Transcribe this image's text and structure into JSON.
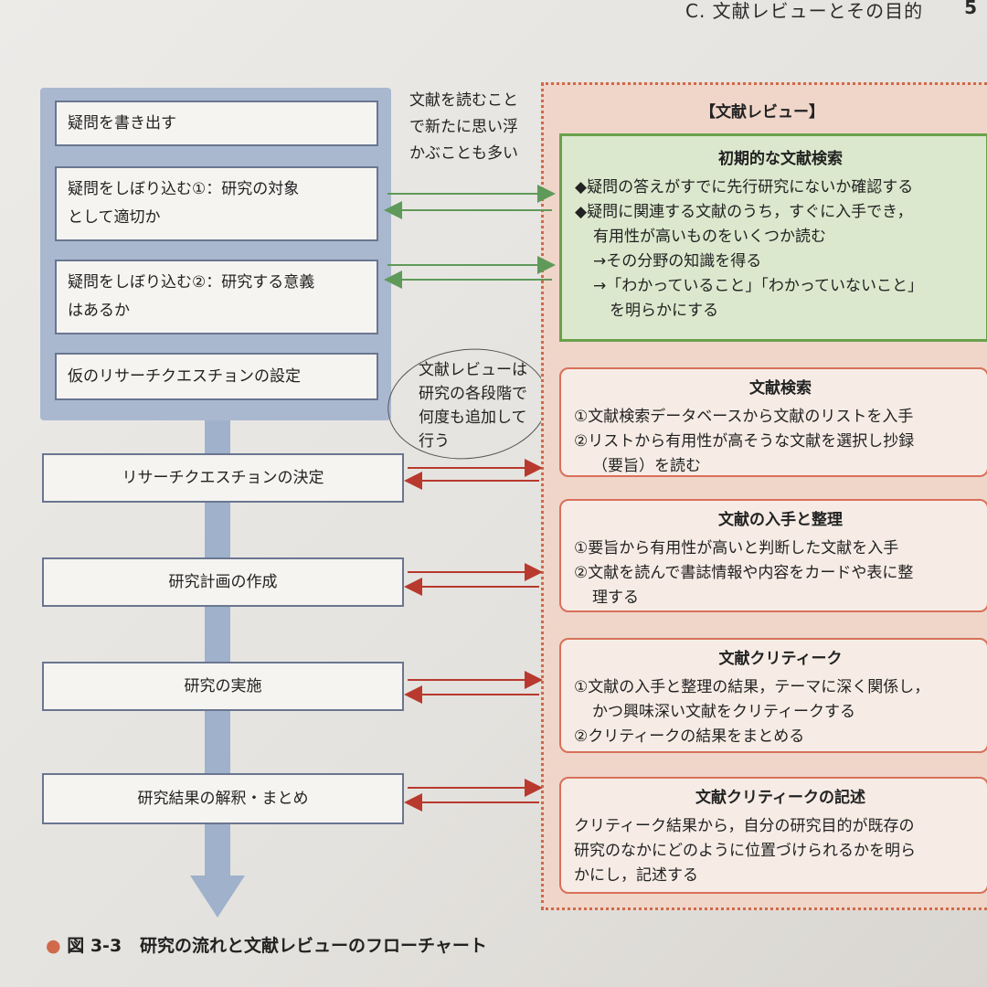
{
  "header": {
    "section_title": "C. 文献レビューとその目的",
    "page_number": "5"
  },
  "research_flow": {
    "preliminary": [
      "疑問を書き出す",
      "疑問をしぼり込む①：研究の対象\nとして適切か",
      "疑問をしぼり込む②：研究する意義\nはあるか",
      "仮のリサーチクエスチョンの設定"
    ],
    "steps": [
      "リサーチクエスチョンの決定",
      "研究計画の作成",
      "研究の実施",
      "研究結果の解釈・まとめ"
    ]
  },
  "notes": {
    "note1": "文献を読むことで新たに思い浮かぶことも多い",
    "note2": "文献レビューは研究の各段階で何度も追加して行う"
  },
  "review": {
    "title": "【文献レビュー】",
    "initial_search": {
      "title": "初期的な文献検索",
      "line1": "◆疑問の答えがすでに先行研究にないか確認する",
      "line2": "◆疑問に関連する文献のうち，すぐに入手でき，",
      "line3": "有用性が高いものをいくつか読む",
      "line4": "→その分野の知識を得る",
      "line5": "→「わかっていること」「わかっていないこと」",
      "line6": "を明らかにする"
    },
    "search": {
      "title": "文献検索",
      "line1": "①文献検索データベースから文献のリストを入手",
      "line2": "②リストから有用性が高そうな文献を選択し抄録",
      "line3": "（要旨）を読む"
    },
    "obtain": {
      "title": "文献の入手と整理",
      "line1": "①要旨から有用性が高いと判断した文献を入手",
      "line2": "②文献を読んで書誌情報や内容をカードや表に整",
      "line3": "理する"
    },
    "critique": {
      "title": "文献クリティーク",
      "line1": "①文献の入手と整理の結果，テーマに深く関係し，",
      "line2": "かつ興味深い文献をクリティークする",
      "line3": "②クリティークの結果をまとめる"
    },
    "record": {
      "title": "文献クリティークの記述",
      "line1": "クリティーク結果から，自分の研究目的が既存の",
      "line2": "研究のなかにどのように位置づけられるかを明ら",
      "line3": "かにし，記述する"
    }
  },
  "caption": {
    "label": "図 3-3",
    "text": "研究の流れと文献レビューのフローチャート"
  },
  "colors": {
    "flow_blue": "#9fb1cb",
    "green_arrow": "#5f9a5a",
    "red_arrow": "#b8392e",
    "review_border": "#cf6a4b"
  }
}
